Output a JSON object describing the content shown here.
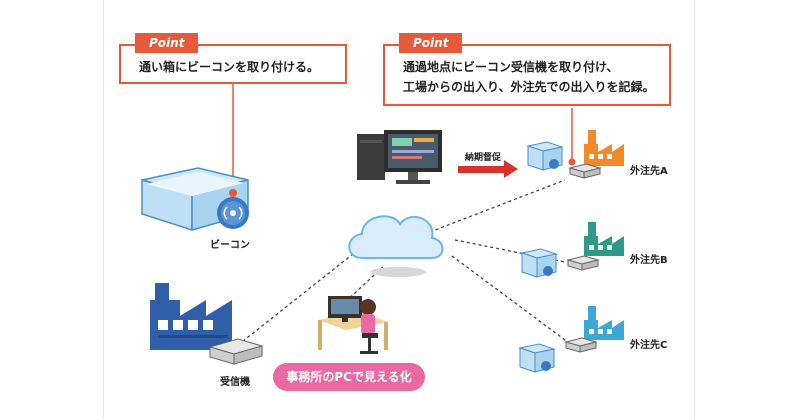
{
  "callouts": [
    {
      "tag": "Point",
      "text": "通い箱にビーコンを取り付ける。"
    },
    {
      "tag": "Point",
      "lines": [
        "通過地点にビーコン受信機を取り付け、",
        "工場からの出入り、外注先での出入りを記録。"
      ]
    }
  ],
  "labels": {
    "beacon": "ビーコン",
    "receiver": "受信機",
    "delivery_reminder": "納期督促",
    "vendor_a": "外注先A",
    "vendor_b": "外注先B",
    "vendor_c": "外注先C"
  },
  "office_banner": "事務所のPCで見える化",
  "colors": {
    "accent": "#e8593a",
    "factory_main": "#2f5fa8",
    "factory_a": "#f08a2a",
    "factory_b": "#2f9a8a",
    "factory_c": "#3fa7d6",
    "banner": "#e96aa3"
  }
}
